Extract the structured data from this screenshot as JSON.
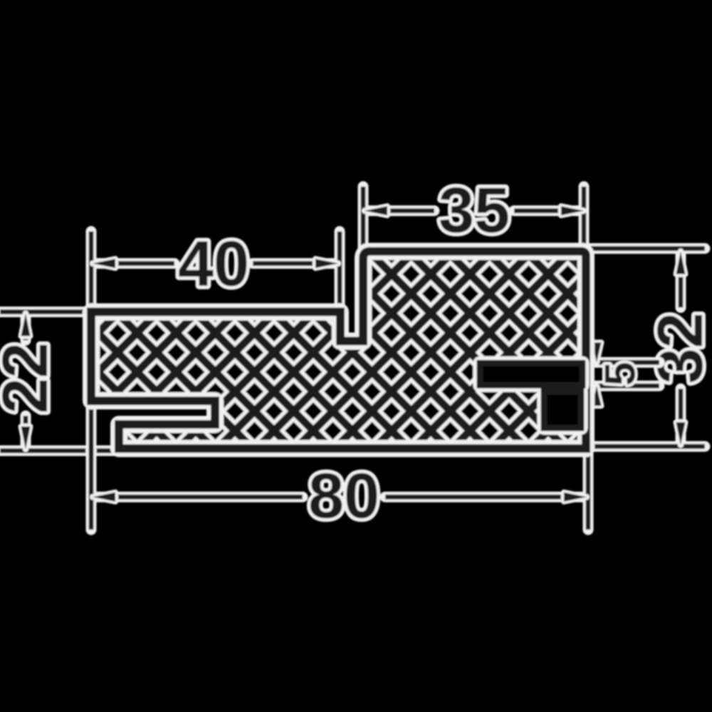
{
  "drawing": {
    "kind": "extrusion-profile-cross-section",
    "dimensions": {
      "left_width": "40",
      "right_width": "35",
      "left_height": "22",
      "right_height": "32",
      "slot_height": "5",
      "total_width": "80"
    }
  },
  "colors": {
    "background": "#000000",
    "ink": "#1a1a1a",
    "halo": "#f1f1f1"
  }
}
